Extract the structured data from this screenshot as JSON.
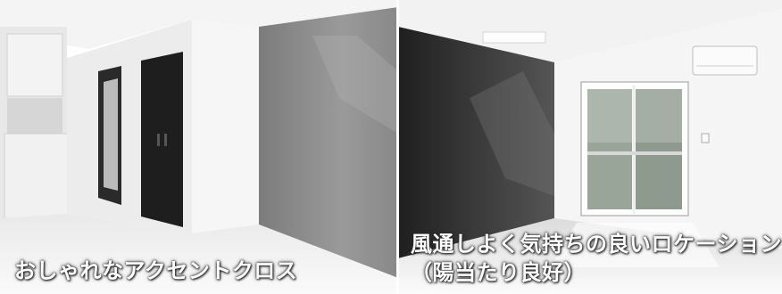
{
  "captions": {
    "left": "おしゃれなアクセントクロス",
    "right_line1": "風通しよく気持ちの良いロケーション",
    "right_line2": "（陽当たり良好）"
  },
  "colors": {
    "accent_wall_left": "#8a8a8a",
    "accent_wall_right": "#2e2e2e",
    "door": "#1e1e1e",
    "wall": "#efefef",
    "floor": "#f6f6f6"
  }
}
